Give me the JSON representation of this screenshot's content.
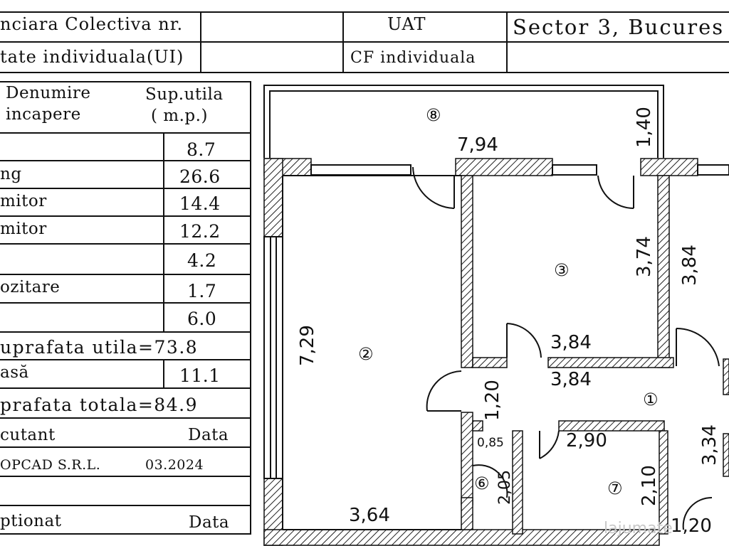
{
  "header": {
    "row1_label": "nciara Colectiva nr.",
    "row1_value": "",
    "uat_label": "UAT",
    "uat_value": "Sector 3, Bucures",
    "row2_label": "tate individuala(UI)",
    "row2_value": "",
    "cf_label": "CF individuala",
    "cf_value": ""
  },
  "table": {
    "col1_header_line1": "Denumire",
    "col1_header_line2": "incapere",
    "col2_header_line1": "Sup.utila",
    "col2_header_line2": "( m.p.)",
    "rows": [
      {
        "name": "",
        "area": "8.7"
      },
      {
        "name": "ng",
        "area": "26.6"
      },
      {
        "name": "mitor",
        "area": "14.4"
      },
      {
        "name": "mitor",
        "area": "12.2"
      },
      {
        "name": "",
        "area": "4.2"
      },
      {
        "name": "ozitare",
        "area": "1.7"
      },
      {
        "name": "",
        "area": "6.0"
      }
    ],
    "useful_total": "uprafata utila=73.8",
    "balcony_name": "asă",
    "balcony_area": "11.1",
    "grand_total": "prafata totala=84.9",
    "executant_label": "cutant",
    "executant_date_label": "Data",
    "executant_value": "OPCAD S.R.L.",
    "executant_date": "03.2024",
    "blank_row": "",
    "receptionat_label": "ptionat",
    "receptionat_date_label": "Data"
  },
  "plan": {
    "room_labels": [
      "⑧",
      "③",
      "②",
      "①",
      "⑥",
      "⑦"
    ],
    "dimensions": {
      "balcony_len": "7,94",
      "balcony_depth": "1,40",
      "r3_height": "3,74",
      "r1_height_top": "3,84",
      "r3_width_in": "3,84",
      "r3_width_out": "3,84",
      "r2_height": "7,29",
      "door_gap": "1,20",
      "small_width": "0,85",
      "r7_width": "2,90",
      "r1_height_bottom": "3,34",
      "r6_height": "2,05",
      "r7_height": "2,10",
      "r2_width": "3,64",
      "entry_width": "1,20"
    },
    "watermark": "lajumate"
  }
}
